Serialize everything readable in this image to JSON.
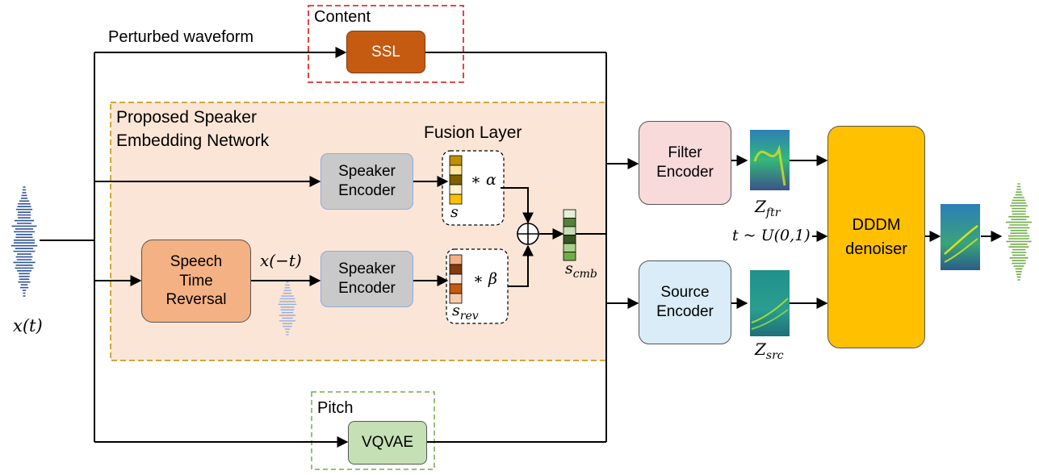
{
  "labels": {
    "perturbed": "Perturbed waveform",
    "content": "Content",
    "proposed": "Proposed Speaker\nEmbedding Network",
    "fusion": "Fusion Layer",
    "pitch": "Pitch"
  },
  "blocks": {
    "ssl": "SSL",
    "speaker_encoder_1": "Speaker\nEncoder",
    "speaker_encoder_2": "Speaker\nEncoder",
    "speech_time_reversal": "Speech\nTime\nReversal",
    "filter_encoder": "Filter\nEncoder",
    "source_encoder": "Source\nEncoder",
    "dddm": "DDDM\ndenoiser",
    "vqvae": "VQVAE"
  },
  "math": {
    "xt": "x(t)",
    "xmt": "x(−t)",
    "alpha": "∗ α",
    "beta": "∗ β",
    "s": "s",
    "s_rev_base": "s",
    "s_rev_sub": "rev",
    "s_cmb_base": "s",
    "s_cmb_sub": "cmb",
    "z_ftr_base": "Z",
    "z_ftr_sub": "ftr",
    "z_src_base": "Z",
    "z_src_sub": "src",
    "t_dist": "t ~ U(0,1)"
  },
  "colors": {
    "ssl": "#C55A11",
    "speaker_encoder": "#C9C9C9",
    "time_reversal": "#F4B183",
    "panel": "#FBE5D6",
    "panel_border": "#BF9000",
    "filter_encoder": "#F8DADB",
    "source_encoder": "#D9ECF7",
    "dddm": "#FFC000",
    "vqvae": "#C5E0B4",
    "content_border": "#E03030",
    "pitch_border": "#70AD47",
    "wave_input": "#2F5597",
    "wave_output": "#70AD47"
  },
  "vectors": {
    "s": [
      "#BF9000",
      "#FFE699",
      "#7F6000",
      "#FFF2CC",
      "#FFC000"
    ],
    "s_rev": [
      "#F4B183",
      "#843C0C",
      "#FBE5D6",
      "#C55A11",
      "#F8CBAD"
    ],
    "s_cmb": [
      "#E2F0D9",
      "#548235",
      "#C5E0B4",
      "#375623",
      "#A9D18E",
      "#70AD47"
    ]
  }
}
